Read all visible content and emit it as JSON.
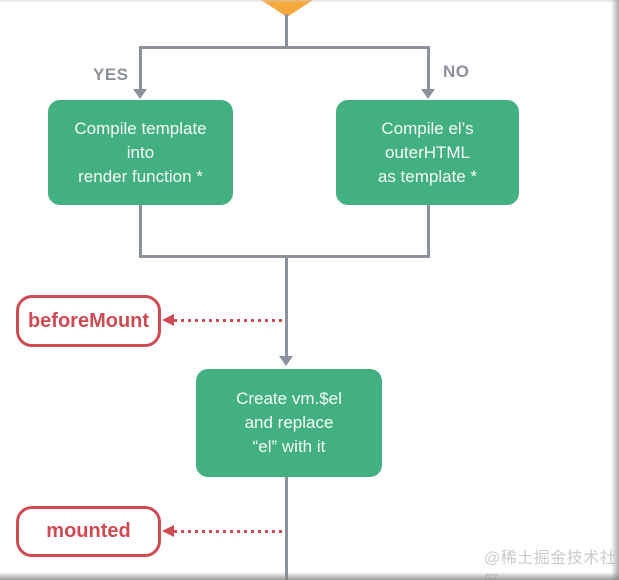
{
  "diagram": {
    "top_branch": {
      "yes_label": "YES",
      "no_label": "NO"
    },
    "nodes": {
      "compile_template": {
        "line1": "Compile template",
        "line2": "into",
        "line3": "render function *"
      },
      "compile_el": {
        "line1": "Compile el’s",
        "line2": "outerHTML",
        "line3": "as template *"
      },
      "create_vm": {
        "line1": "Create vm.$el",
        "line2": "and replace",
        "line3": "“el” with it"
      }
    },
    "hooks": {
      "before_mount": "beforeMount",
      "mounted": "mounted"
    },
    "watermark": "@稀土掘金技术社区",
    "colors": {
      "node_green": "#43b081",
      "hook_red": "#cf4b54",
      "connector_gray": "#8b929d",
      "branch_label_gray": "#8b909a",
      "diamond_orange": "#f8a93d",
      "watermark_gray": "#c9cbcc"
    }
  }
}
